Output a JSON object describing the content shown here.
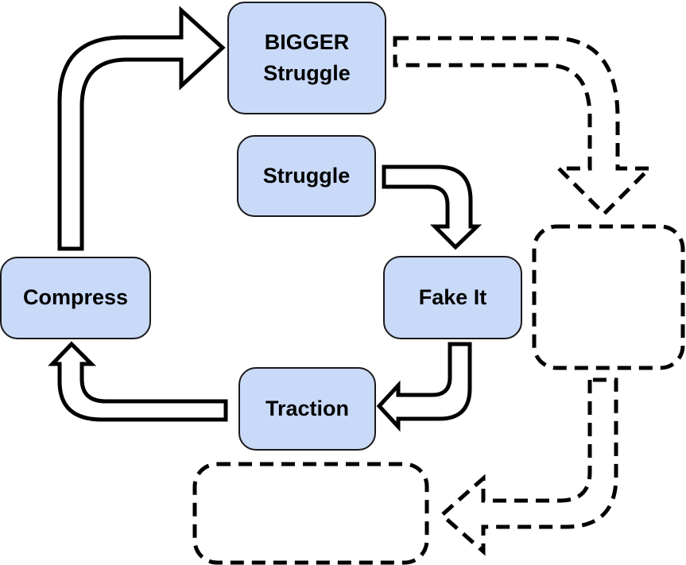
{
  "diagram": {
    "title": "Startup struggle cycle flowchart",
    "colors": {
      "background": "#ffffff",
      "node_fill": "#c9daf8",
      "node_border": "#1a1a1a",
      "arrow_color": "#000000"
    },
    "nodes": [
      {
        "id": "bigger_struggle",
        "label": "BIGGER Struggle",
        "shape": "rounded-rectangle",
        "style": "solid-filled"
      },
      {
        "id": "struggle",
        "label": "Struggle",
        "shape": "rounded-rectangle",
        "style": "solid-filled"
      },
      {
        "id": "fake_it",
        "label": "Fake It",
        "shape": "rounded-rectangle",
        "style": "solid-filled"
      },
      {
        "id": "traction",
        "label": "Traction",
        "shape": "rounded-rectangle",
        "style": "solid-filled"
      },
      {
        "id": "compress",
        "label": "Compress",
        "shape": "rounded-rectangle",
        "style": "solid-filled"
      },
      {
        "id": "placeholder_right",
        "label": "",
        "shape": "rounded-rectangle",
        "style": "dashed-empty"
      },
      {
        "id": "placeholder_bottom",
        "label": "",
        "shape": "rounded-rectangle",
        "style": "dashed-empty"
      }
    ],
    "edges": [
      {
        "from": "struggle",
        "to": "fake_it",
        "style": "solid block arrow, right then down"
      },
      {
        "from": "fake_it",
        "to": "traction",
        "style": "solid block arrow, down then left"
      },
      {
        "from": "traction",
        "to": "compress",
        "style": "solid block arrow, left then up"
      },
      {
        "from": "compress",
        "to": "bigger_struggle",
        "style": "solid block arrow, up then right"
      },
      {
        "from": "bigger_struggle",
        "to": "placeholder_right",
        "style": "dashed block arrow, right then down"
      },
      {
        "from": "placeholder_right",
        "to": "placeholder_bottom",
        "style": "dashed block arrow, down then left"
      }
    ]
  }
}
